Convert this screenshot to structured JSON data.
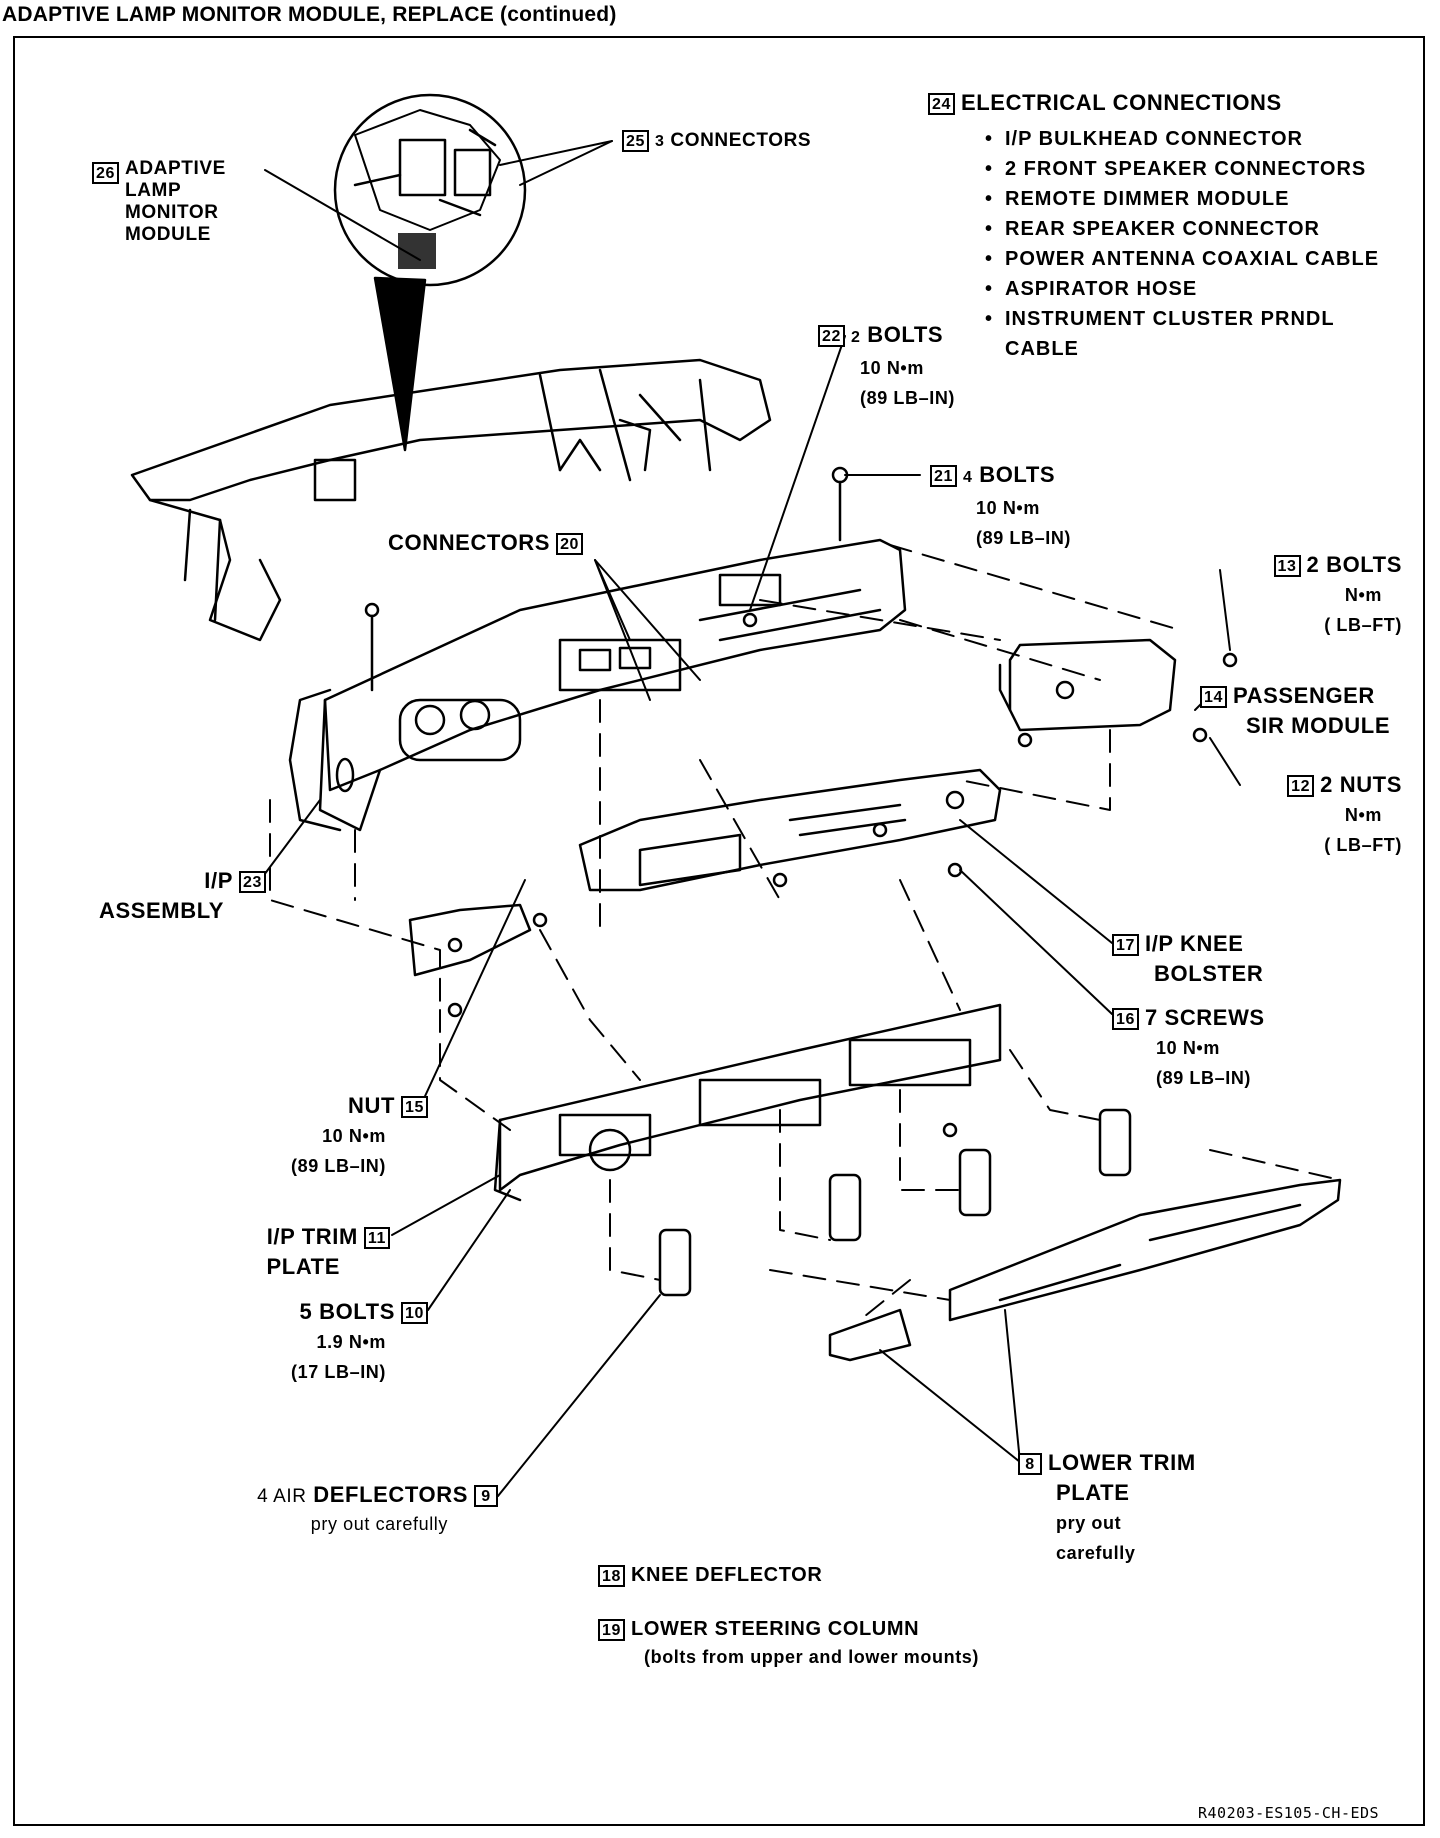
{
  "title": "ADAPTIVE LAMP MONITOR MODULE, REPLACE (continued)",
  "reference_code": "R40203-ES105-CH-EDS",
  "callouts": {
    "c26": {
      "num": "26",
      "lines": [
        "ADAPTIVE",
        "LAMP",
        "MONITOR",
        "MODULE"
      ]
    },
    "c25": {
      "num": "25",
      "qty": "3",
      "text": "CONNECTORS"
    },
    "c24": {
      "num": "24",
      "text": "ELECTRICAL CONNECTIONS",
      "items": [
        "I/P BULKHEAD CONNECTOR",
        "2 FRONT SPEAKER CONNECTORS",
        "REMOTE DIMMER MODULE",
        "REAR SPEAKER CONNECTOR",
        "POWER ANTENNA COAXIAL CABLE",
        "ASPIRATOR HOSE",
        "INSTRUMENT CLUSTER PRNDL"
      ],
      "item_cont": "CABLE"
    },
    "c22": {
      "num": "22",
      "qty": "2",
      "text": "BOLTS",
      "torque": "10 N•m",
      "torque2": "(89 LB–IN)"
    },
    "c21": {
      "num": "21",
      "qty": "4",
      "text": "BOLTS",
      "torque": "10 N•m",
      "torque2": "(89 LB–IN)"
    },
    "c20": {
      "num": "20",
      "text": "CONNECTORS"
    },
    "c13": {
      "num": "13",
      "text": "2 BOLTS",
      "torque": "N•m",
      "torque2": "(  LB–FT)"
    },
    "c14": {
      "num": "14",
      "text": "PASSENGER",
      "text2": "SIR MODULE"
    },
    "c12": {
      "num": "12",
      "text": "2 NUTS",
      "torque": "N•m",
      "torque2": "(  LB–FT)"
    },
    "c23": {
      "num": "23",
      "text": "I/P",
      "text2": "ASSEMBLY"
    },
    "c17": {
      "num": "17",
      "text": "I/P KNEE",
      "text2": "BOLSTER"
    },
    "c16": {
      "num": "16",
      "text": "7 SCREWS",
      "torque": "10 N•m",
      "torque2": "(89 LB–IN)"
    },
    "c15": {
      "num": "15",
      "text": "NUT",
      "torque": "10 N•m",
      "torque2": "(89 LB–IN)"
    },
    "c11": {
      "num": "11",
      "text": "I/P TRIM",
      "text2": "PLATE"
    },
    "c10": {
      "num": "10",
      "text": "5 BOLTS",
      "torque": "1.9 N•m",
      "torque2": "(17 LB–IN)"
    },
    "c9": {
      "num": "9",
      "qty": "4 AIR",
      "text": "DEFLECTORS",
      "note": "pry out carefully"
    },
    "c8": {
      "num": "8",
      "text": "LOWER TRIM",
      "text2": "PLATE",
      "note": "pry out",
      "note2": "carefully"
    },
    "c18": {
      "num": "18",
      "text": "KNEE DEFLECTOR"
    },
    "c19": {
      "num": "19",
      "text": "LOWER STEERING COLUMN",
      "note": "(bolts from upper and lower mounts)"
    }
  }
}
